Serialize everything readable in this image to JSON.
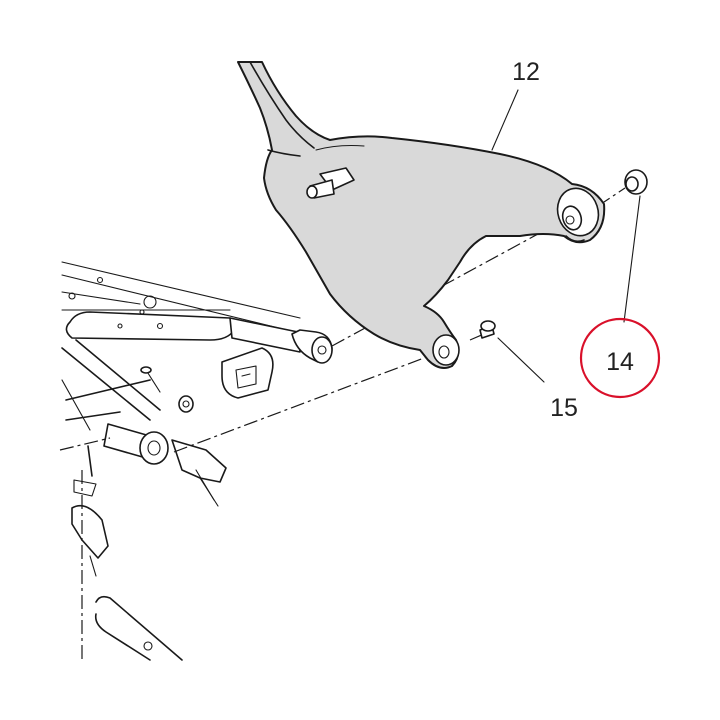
{
  "diagram": {
    "callouts": [
      {
        "id": "part-12",
        "label": "12"
      },
      {
        "id": "part-14",
        "label": "14"
      },
      {
        "id": "part-15",
        "label": "15"
      }
    ],
    "highlight": {
      "target": "part-14",
      "color": "#d9102a"
    },
    "colors": {
      "part_fill": "#d9d9d9",
      "line": "#1a1a1a"
    }
  }
}
